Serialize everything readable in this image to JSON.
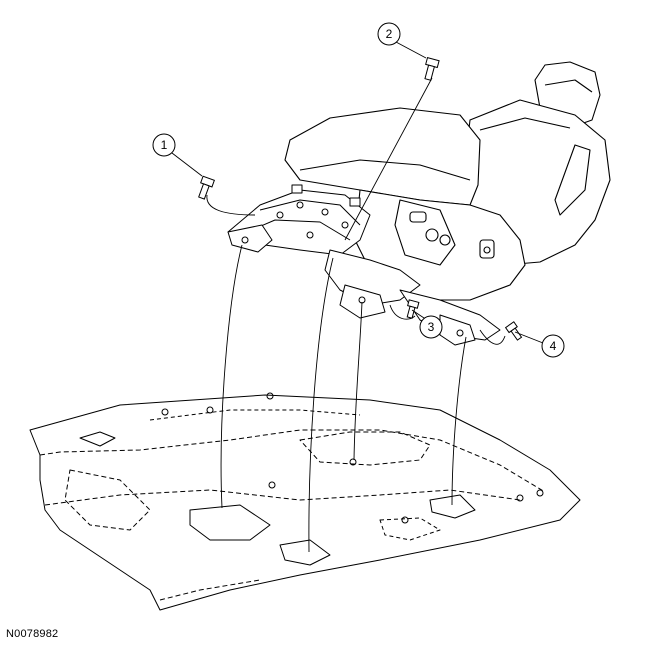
{
  "figure": {
    "id": "N0078982"
  },
  "callouts": [
    {
      "label": "1"
    },
    {
      "label": "2"
    },
    {
      "label": "3"
    },
    {
      "label": "4"
    }
  ]
}
